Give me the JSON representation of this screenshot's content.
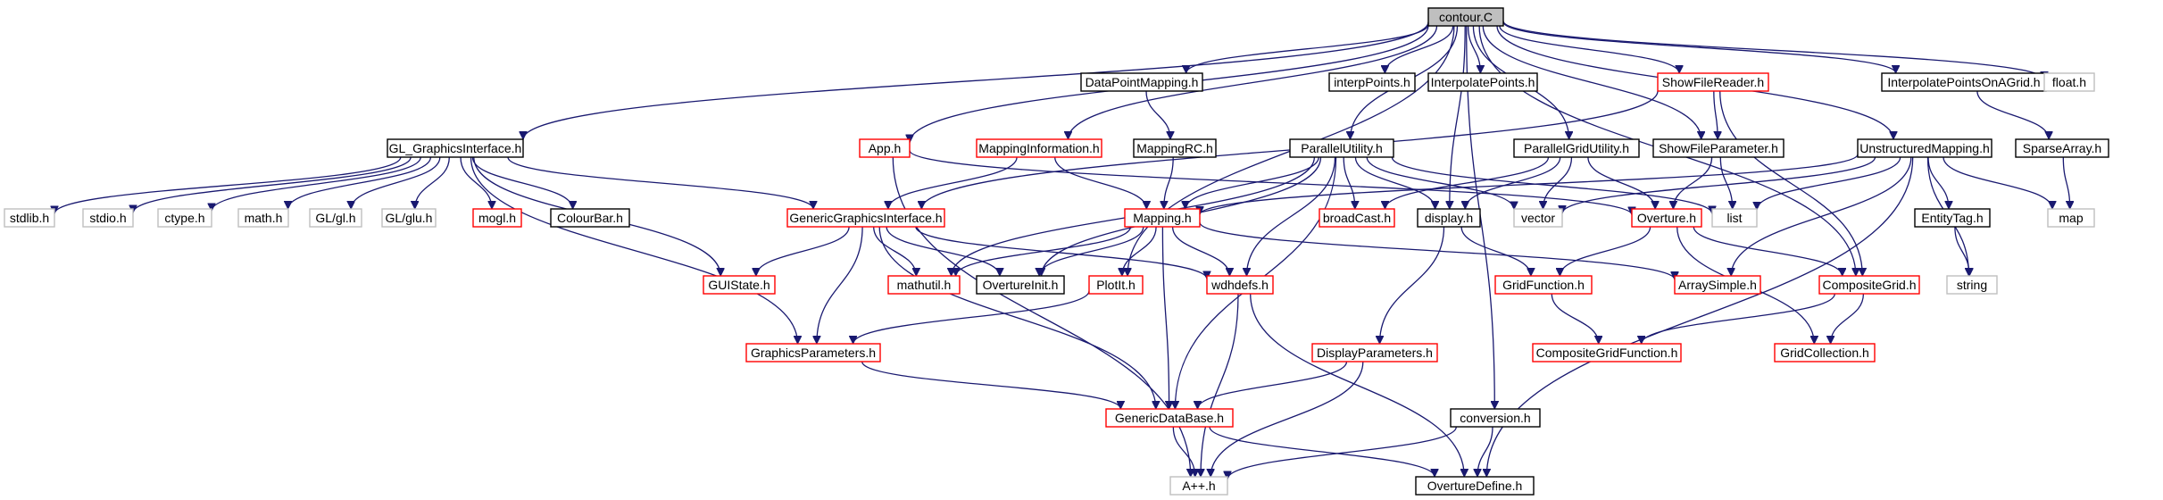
{
  "diagram": {
    "colors": {
      "background": "#ffffff",
      "edge": "#191970",
      "border_documented": "#000000",
      "border_linked": "#ff0000",
      "border_system": "#bfbfbf",
      "root_fill": "#bfbfbf",
      "text": "#000000"
    },
    "nodes": [
      {
        "id": "contour",
        "label": "contour.C",
        "style": "root"
      },
      {
        "id": "gl_gi",
        "label": "GL_GraphicsInterface.h",
        "style": "documented"
      },
      {
        "id": "app",
        "label": "App.h",
        "style": "linked"
      },
      {
        "id": "mapinfo",
        "label": "MappingInformation.h",
        "style": "linked"
      },
      {
        "id": "dpmap",
        "label": "DataPointMapping.h",
        "style": "documented"
      },
      {
        "id": "interppoints",
        "label": "interpPoints.h",
        "style": "documented"
      },
      {
        "id": "InterpolatePoints",
        "label": "InterpolatePoints.h",
        "style": "documented"
      },
      {
        "id": "showfilereader",
        "label": "ShowFileReader.h",
        "style": "linked"
      },
      {
        "id": "ipgrid",
        "label": "InterpolatePointsOnAGrid.h",
        "style": "documented"
      },
      {
        "id": "float",
        "label": "float.h",
        "style": "system"
      },
      {
        "id": "mappingrc",
        "label": "MappingRC.h",
        "style": "documented"
      },
      {
        "id": "parutil",
        "label": "ParallelUtility.h",
        "style": "documented"
      },
      {
        "id": "pargrid",
        "label": "ParallelGridUtility.h",
        "style": "documented"
      },
      {
        "id": "showfileparam",
        "label": "ShowFileParameter.h",
        "style": "documented"
      },
      {
        "id": "unstruct",
        "label": "UnstructuredMapping.h",
        "style": "documented"
      },
      {
        "id": "sparsearray",
        "label": "SparseArray.h",
        "style": "documented"
      },
      {
        "id": "stdlib",
        "label": "stdlib.h",
        "style": "system"
      },
      {
        "id": "stdio",
        "label": "stdio.h",
        "style": "system"
      },
      {
        "id": "ctype",
        "label": "ctype.h",
        "style": "system"
      },
      {
        "id": "math",
        "label": "math.h",
        "style": "system"
      },
      {
        "id": "gl",
        "label": "GL/gl.h",
        "style": "system"
      },
      {
        "id": "glu",
        "label": "GL/glu.h",
        "style": "system"
      },
      {
        "id": "mogl",
        "label": "mogl.h",
        "style": "linked"
      },
      {
        "id": "colourbar",
        "label": "ColourBar.h",
        "style": "documented"
      },
      {
        "id": "ggi",
        "label": "GenericGraphicsInterface.h",
        "style": "linked"
      },
      {
        "id": "mapping",
        "label": "Mapping.h",
        "style": "linked"
      },
      {
        "id": "broadcast",
        "label": "broadCast.h",
        "style": "linked"
      },
      {
        "id": "display",
        "label": "display.h",
        "style": "documented"
      },
      {
        "id": "vector",
        "label": "vector",
        "style": "system"
      },
      {
        "id": "overture",
        "label": "Overture.h",
        "style": "linked"
      },
      {
        "id": "list",
        "label": "list",
        "style": "system"
      },
      {
        "id": "entitytag",
        "label": "EntityTag.h",
        "style": "documented"
      },
      {
        "id": "map",
        "label": "map",
        "style": "system"
      },
      {
        "id": "guistate",
        "label": "GUIState.h",
        "style": "linked"
      },
      {
        "id": "mathutil",
        "label": "mathutil.h",
        "style": "linked"
      },
      {
        "id": "overtureinit",
        "label": "OvertureInit.h",
        "style": "documented"
      },
      {
        "id": "plotit",
        "label": "PlotIt.h",
        "style": "linked"
      },
      {
        "id": "wdhdefs",
        "label": "wdhdefs.h",
        "style": "linked"
      },
      {
        "id": "arraysimple",
        "label": "ArraySimple.h",
        "style": "linked"
      },
      {
        "id": "gridfunction",
        "label": "GridFunction.h",
        "style": "linked"
      },
      {
        "id": "compositegrid",
        "label": "CompositeGrid.h",
        "style": "linked"
      },
      {
        "id": "string",
        "label": "string",
        "style": "system"
      },
      {
        "id": "graphicsparams",
        "label": "GraphicsParameters.h",
        "style": "linked"
      },
      {
        "id": "displayparams",
        "label": "DisplayParameters.h",
        "style": "linked"
      },
      {
        "id": "cgf",
        "label": "CompositeGridFunction.h",
        "style": "linked"
      },
      {
        "id": "gridcollection",
        "label": "GridCollection.h",
        "style": "linked"
      },
      {
        "id": "gdb",
        "label": "GenericDataBase.h",
        "style": "linked"
      },
      {
        "id": "conversion",
        "label": "conversion.h",
        "style": "documented"
      },
      {
        "id": "app_h",
        "label": "A++.h",
        "style": "system"
      },
      {
        "id": "overturedefine",
        "label": "OvertureDefine.h",
        "style": "documented"
      }
    ],
    "edges": [
      [
        "contour",
        "gl_gi"
      ],
      [
        "contour",
        "app"
      ],
      [
        "contour",
        "mapinfo"
      ],
      [
        "contour",
        "dpmap"
      ],
      [
        "contour",
        "interppoints"
      ],
      [
        "contour",
        "InterpolatePoints"
      ],
      [
        "contour",
        "showfilereader"
      ],
      [
        "contour",
        "ipgrid"
      ],
      [
        "contour",
        "float"
      ],
      [
        "contour",
        "parutil"
      ],
      [
        "contour",
        "pargrid"
      ],
      [
        "contour",
        "showfileparam"
      ],
      [
        "contour",
        "unstruct"
      ],
      [
        "contour",
        "display"
      ],
      [
        "contour",
        "plotit"
      ],
      [
        "contour",
        "compositegrid"
      ],
      [
        "contour",
        "conversion"
      ],
      [
        "gl_gi",
        "stdlib"
      ],
      [
        "gl_gi",
        "stdio"
      ],
      [
        "gl_gi",
        "ctype"
      ],
      [
        "gl_gi",
        "math"
      ],
      [
        "gl_gi",
        "gl"
      ],
      [
        "gl_gi",
        "glu"
      ],
      [
        "gl_gi",
        "mogl"
      ],
      [
        "gl_gi",
        "colourbar"
      ],
      [
        "gl_gi",
        "ggi"
      ],
      [
        "gl_gi",
        "guistate"
      ],
      [
        "gl_gi",
        "graphicsparams"
      ],
      [
        "app",
        "overture"
      ],
      [
        "app",
        "app_h"
      ],
      [
        "mapinfo",
        "ggi"
      ],
      [
        "mapinfo",
        "mapping"
      ],
      [
        "dpmap",
        "mappingrc"
      ],
      [
        "mappingrc",
        "mapping"
      ],
      [
        "showfilereader",
        "ggi"
      ],
      [
        "showfilereader",
        "showfileparam"
      ],
      [
        "showfilereader",
        "compositegrid"
      ],
      [
        "ipgrid",
        "sparsearray"
      ],
      [
        "sparsearray",
        "map"
      ],
      [
        "parutil",
        "mapping"
      ],
      [
        "parutil",
        "broadcast"
      ],
      [
        "parutil",
        "display"
      ],
      [
        "parutil",
        "list"
      ],
      [
        "parutil",
        "vector"
      ],
      [
        "parutil",
        "mathutil"
      ],
      [
        "parutil",
        "overtureinit"
      ],
      [
        "parutil",
        "wdhdefs"
      ],
      [
        "parutil",
        "gdb"
      ],
      [
        "pargrid",
        "broadcast"
      ],
      [
        "pargrid",
        "display"
      ],
      [
        "pargrid",
        "vector"
      ],
      [
        "pargrid",
        "overture"
      ],
      [
        "showfileparam",
        "overture"
      ],
      [
        "showfileparam",
        "list"
      ],
      [
        "unstruct",
        "mapping"
      ],
      [
        "unstruct",
        "vector"
      ],
      [
        "unstruct",
        "list"
      ],
      [
        "unstruct",
        "entitytag"
      ],
      [
        "unstruct",
        "map"
      ],
      [
        "unstruct",
        "string"
      ],
      [
        "unstruct",
        "arraysimple"
      ],
      [
        "unstruct",
        "overturedefine"
      ],
      [
        "entitytag",
        "string"
      ],
      [
        "ggi",
        "guistate"
      ],
      [
        "ggi",
        "mathutil"
      ],
      [
        "ggi",
        "overtureinit"
      ],
      [
        "ggi",
        "wdhdefs"
      ],
      [
        "ggi",
        "graphicsparams"
      ],
      [
        "ggi",
        "gdb"
      ],
      [
        "mapping",
        "mathutil"
      ],
      [
        "mapping",
        "overtureinit"
      ],
      [
        "mapping",
        "plotit"
      ],
      [
        "mapping",
        "wdhdefs"
      ],
      [
        "mapping",
        "arraysimple"
      ],
      [
        "mapping",
        "gdb"
      ],
      [
        "display",
        "gridfunction"
      ],
      [
        "display",
        "displayparams"
      ],
      [
        "overture",
        "gridfunction"
      ],
      [
        "overture",
        "compositegrid"
      ],
      [
        "overture",
        "gridcollection"
      ],
      [
        "plotit",
        "graphicsparams"
      ],
      [
        "wdhdefs",
        "app_h"
      ],
      [
        "wdhdefs",
        "overturedefine"
      ],
      [
        "gridfunction",
        "cgf"
      ],
      [
        "compositegrid",
        "cgf"
      ],
      [
        "compositegrid",
        "gridcollection"
      ],
      [
        "graphicsparams",
        "gdb"
      ],
      [
        "displayparams",
        "gdb"
      ],
      [
        "displayparams",
        "app_h"
      ],
      [
        "gdb",
        "app_h"
      ],
      [
        "gdb",
        "overturedefine"
      ],
      [
        "conversion",
        "app_h"
      ],
      [
        "conversion",
        "overturedefine"
      ]
    ]
  }
}
